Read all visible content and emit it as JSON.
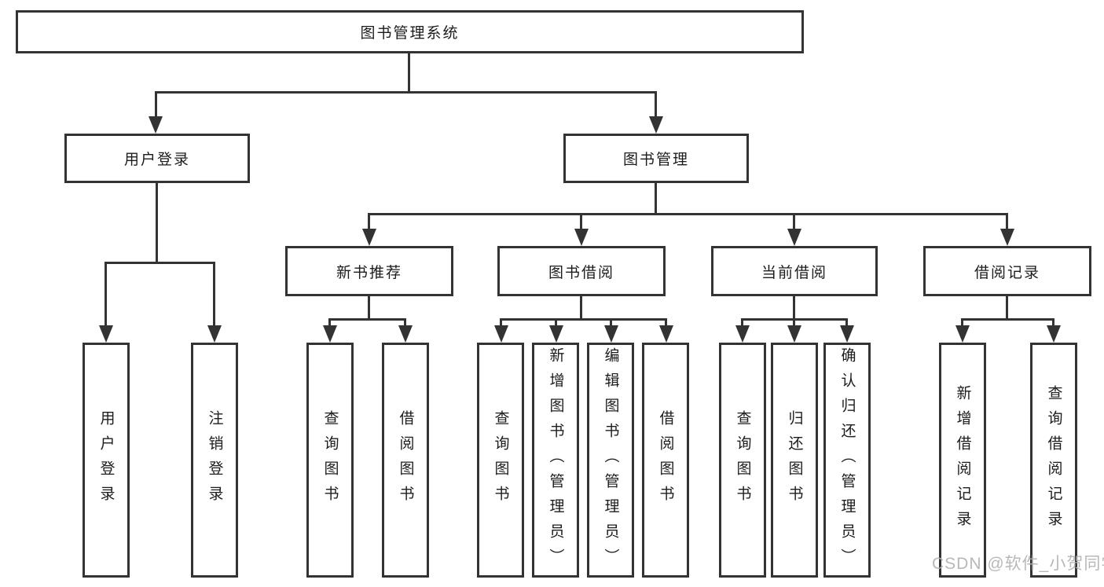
{
  "tree": {
    "root": {
      "label": "图书管理系统"
    },
    "branches": [
      {
        "label": "用户登录",
        "leaves": [
          "用户登录",
          "注销登录"
        ]
      },
      {
        "label": "图书管理",
        "groups": [
          {
            "label": "新书推荐",
            "leaves": [
              "查询图书",
              "借阅图书"
            ]
          },
          {
            "label": "图书借阅",
            "leaves": [
              "查询图书",
              "新增图书（管理员）",
              "编辑图书（管理员）",
              "借阅图书"
            ]
          },
          {
            "label": "当前借阅",
            "leaves": [
              "查询图书",
              "归还图书",
              "确认归还（管理员）"
            ]
          },
          {
            "label": "借阅记录",
            "leaves": [
              "新增借阅记录",
              "查询借阅记录"
            ]
          }
        ]
      }
    ]
  },
  "watermark": {
    "text": "CSDN @软件_小贺同学"
  },
  "colors": {
    "line": "#333333",
    "box_border": "#333333",
    "text": "#1c1c1c",
    "watermark": "#b1b1b1",
    "background": "#ffffff"
  }
}
